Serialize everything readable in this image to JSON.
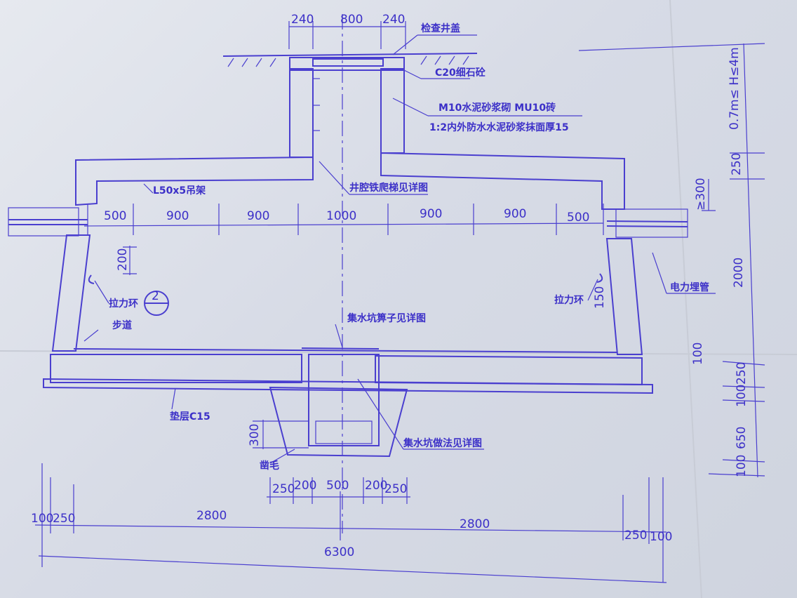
{
  "colors": {
    "ink": "#4a3fcf",
    "paper": "#e3e6ee"
  },
  "labels": {
    "cover": "检查井盖",
    "c20": "C20细石砼",
    "m10": "M10水泥砂浆砌 MU10砖",
    "plaster": "1:2内外防水水泥砂浆抹面厚15",
    "l50": "L50x5吊架",
    "ladder": "井腔铁爬梯见详图",
    "pull_left": "拉力环",
    "pull_right": "拉力环",
    "walkway": "步道",
    "grate": "集水坑箅子见详图",
    "power": "电力埋管",
    "cushion": "垫层C15",
    "sump": "集水坑做法见详图",
    "rough": "凿毛",
    "section_mark": "2"
  },
  "dims": {
    "top": [
      "240",
      "800",
      "240"
    ],
    "span": [
      "500",
      "900",
      "900",
      "1000",
      "900",
      "900",
      "500"
    ],
    "d200": "200",
    "d150": "150",
    "d300_sump": "300",
    "sump_bottom": [
      "250",
      "200",
      "500",
      "200",
      "250"
    ],
    "base_left": [
      "100",
      "250",
      "2800"
    ],
    "base_right": [
      "2800",
      "250",
      "100"
    ],
    "total": "6300",
    "right": {
      "neck": "0.7m≤ H≤4m",
      "slab": "250",
      "pipe_gap": "≥300",
      "height": "2000",
      "d100a": "100",
      "d250": "250",
      "d100b": "100",
      "d650": "650",
      "d100c": "100"
    }
  }
}
